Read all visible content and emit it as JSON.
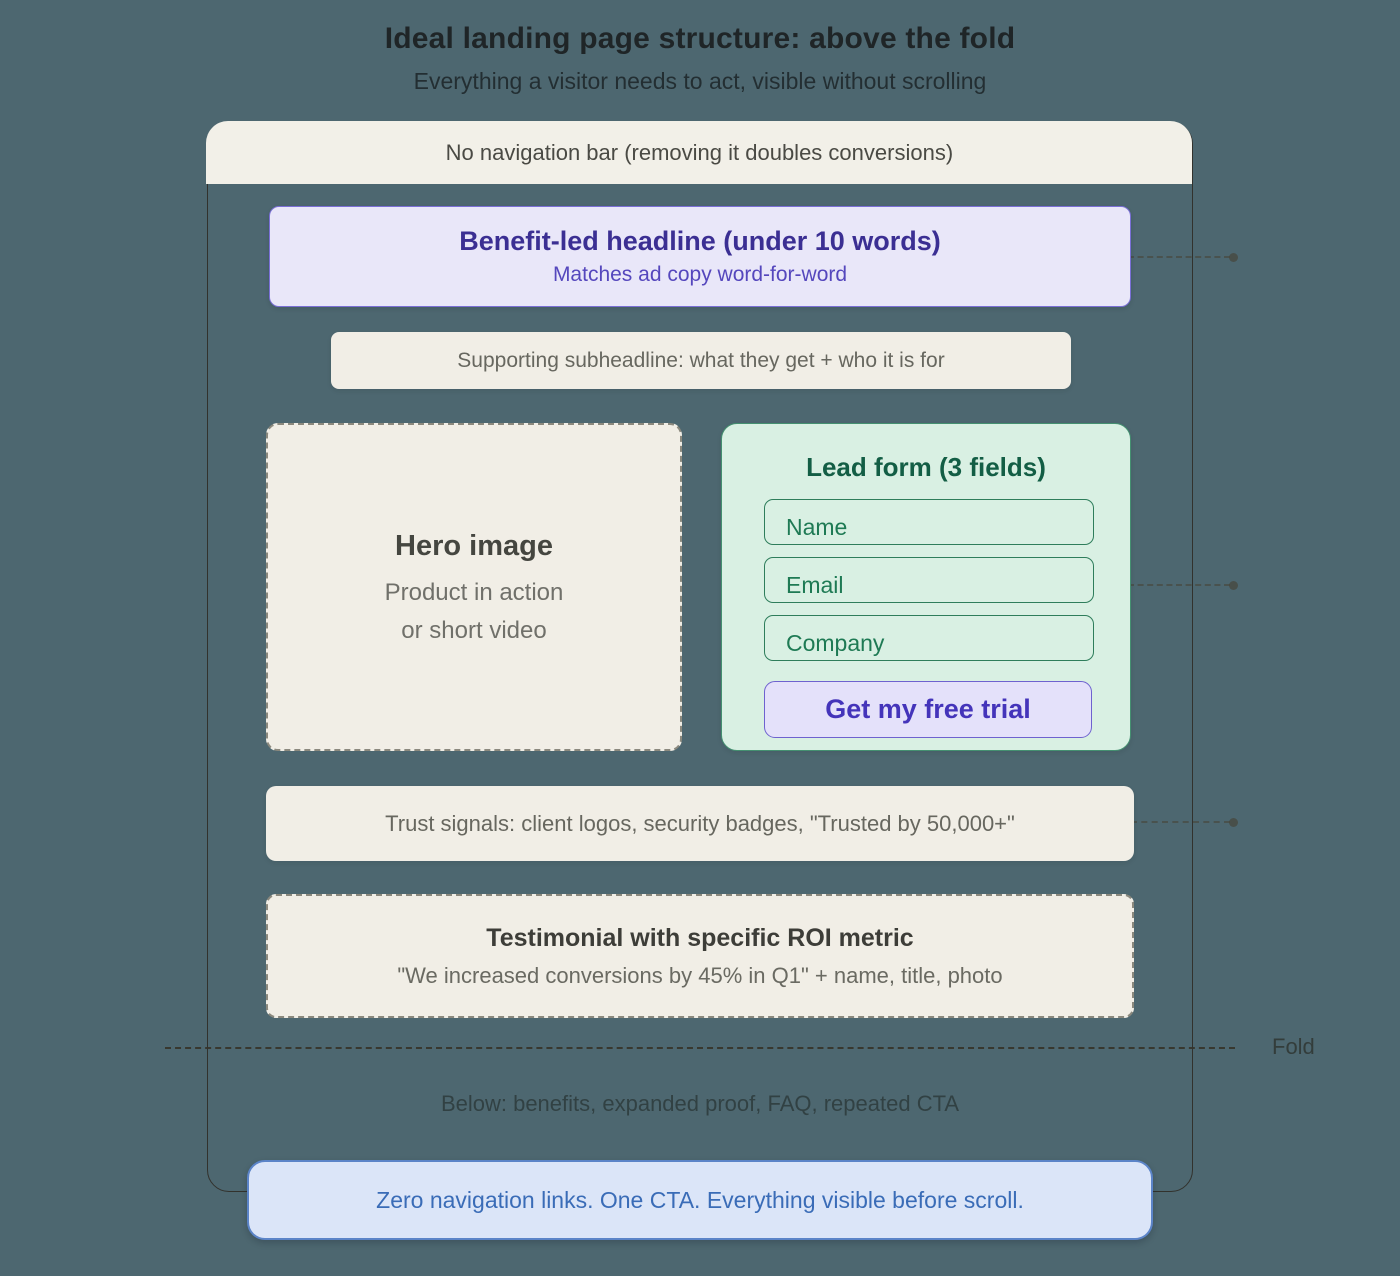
{
  "page": {
    "title": "Ideal landing page structure: above the fold",
    "subtitle": "Everything a visitor needs to act, visible without scrolling"
  },
  "wireframe": {
    "nav_note": "No navigation bar (removing it doubles conversions)",
    "headline": {
      "title": "Benefit-led headline (under 10 words)",
      "subtitle": "Matches ad copy word-for-word"
    },
    "subheadline": "Supporting subheadline: what they get + who it is for",
    "hero": {
      "title": "Hero image",
      "line1": "Product in action",
      "line2": "or short video"
    },
    "lead_form": {
      "title": "Lead form (3 fields)",
      "fields": [
        "Name",
        "Email",
        "Company"
      ],
      "cta_label": "Get my free trial"
    },
    "trust_note": "Trust signals: client logos, security badges, \"Trusted by 50,000+\"",
    "testimonial": {
      "title": "Testimonial with specific ROI metric",
      "subtitle": "\"We increased conversions by 45% in Q1\" + name, title, photo"
    },
    "fold_label": "Fold",
    "below_note": "Below: benefits, expanded proof, FAQ, repeated CTA",
    "footer_note": "Zero navigation links. One CTA. Everything visible before scroll."
  },
  "colors": {
    "background": "#4d6770",
    "card_border": "#32322d",
    "cream_panel": "#f1eee6",
    "headline_fill": "#e9e7f9",
    "headline_border": "#7a6fd6",
    "headline_text": "#3b2f93",
    "leadform_fill": "#d9f0e3",
    "leadform_border": "#449070",
    "leadform_text": "#135e45",
    "cta_fill": "#e4e1fa",
    "cta_text": "#4434ba",
    "footer_fill": "#dbe5f8",
    "footer_border": "#5b84c8",
    "footer_text": "#3a6cb7"
  }
}
